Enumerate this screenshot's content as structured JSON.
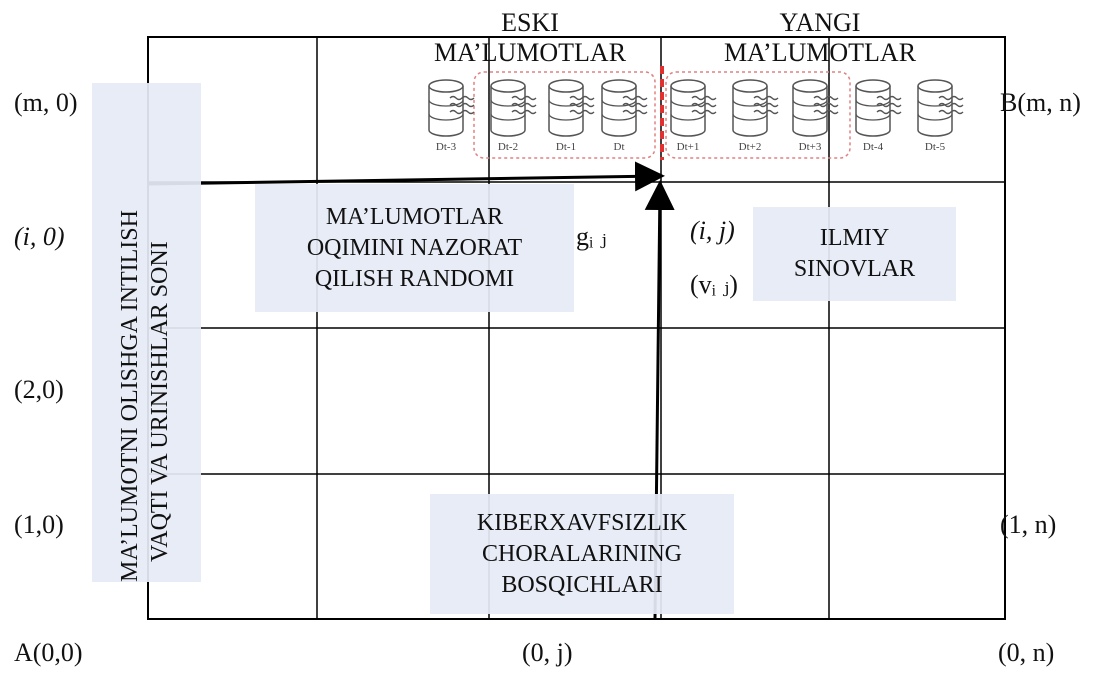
{
  "header": {
    "old_data": "ESKI\nMA’LUMOTLAR",
    "new_data": "YANGI\nMA’LUMOTLAR"
  },
  "corner_labels": {
    "top_left": "(m, 0)",
    "top_right": "B(m, n)",
    "row_i": "(i, 0)",
    "row_2": "(2,0)",
    "row_1": "(1,0)",
    "right_row_1": "(1, n)",
    "bottom_left": "A(0,0)",
    "bottom_mid": "(0, j)",
    "bottom_right": "(0, n)"
  },
  "cell_labels": {
    "g": "gᵢ ⱼ",
    "ij": "(i, j)",
    "v": "(vᵢ ⱼ)"
  },
  "vertical_box": {
    "line1": "MA’LUMOTNI OLISHGA INTILISH",
    "line2": "VAQTI VA URINISHLAR SONI"
  },
  "boxes": {
    "stream": "MA’LUMOTLAR\nOQIMINI NAZORAT\nQILISH RANDOMI",
    "trials": "ILMIY\nSINOVLAR",
    "cyber": "KIBERXAVFSIZLIK\nCHORALARINING\nBOSQICHLARI"
  },
  "databases": [
    {
      "label": "Dt-3"
    },
    {
      "label": "Dt-2"
    },
    {
      "label": "Dt-1"
    },
    {
      "label": "Dt"
    },
    {
      "label": "Dt+1"
    },
    {
      "label": "Dt+2"
    },
    {
      "label": "Dt+3"
    },
    {
      "label": "Dt-4"
    },
    {
      "label": "Dt-5"
    }
  ],
  "colors": {
    "dashed_box": "#e08080",
    "divider": "#e03030",
    "box_fill": "#e6ebf5"
  }
}
